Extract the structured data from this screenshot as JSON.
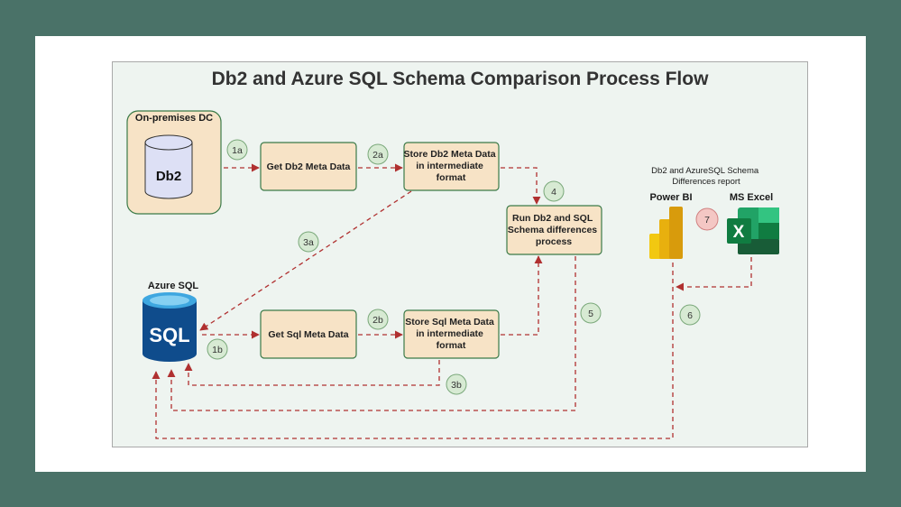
{
  "title": "Db2 and Azure SQL Schema Comparison Process Flow",
  "onprem": {
    "label": "On-premises DC",
    "db_label": "Db2"
  },
  "azure": {
    "label": "Azure SQL",
    "db_label": "SQL"
  },
  "boxes": {
    "get_db2": "Get Db2 Meta Data",
    "store_db2": [
      "Store Db2 Meta Data",
      "in intermediate",
      "format"
    ],
    "run_diff": [
      "Run Db2 and SQL",
      "Schema differences",
      "process"
    ],
    "get_sql": "Get Sql Meta Data",
    "store_sql": [
      "Store Sql Meta Data",
      "in intermediate",
      "format"
    ]
  },
  "steps": {
    "s1a": "1a",
    "s2a": "2a",
    "s3a": "3a",
    "s4": "4",
    "s1b": "1b",
    "s2b": "2b",
    "s3b": "3b",
    "s5": "5",
    "s6": "6",
    "s7": "7"
  },
  "report": {
    "title_lines": [
      "Db2 and AzureSQL Schema",
      "Differences report"
    ],
    "powerbi": "Power BI",
    "excel": "MS Excel",
    "excel_glyph": "X"
  },
  "colors": {
    "background": "#4a7268",
    "canvas": "#eef4f0",
    "box_fill": "#f7e3c6",
    "box_stroke": "#3b7a48",
    "step_fill": "#d7ead3",
    "step7_fill": "#f4c7c4",
    "arrow": "#b03030",
    "sql_blue": "#0f4c8c",
    "powerbi_yellow": "#f2c811",
    "excel_green": "#1d6f42"
  }
}
